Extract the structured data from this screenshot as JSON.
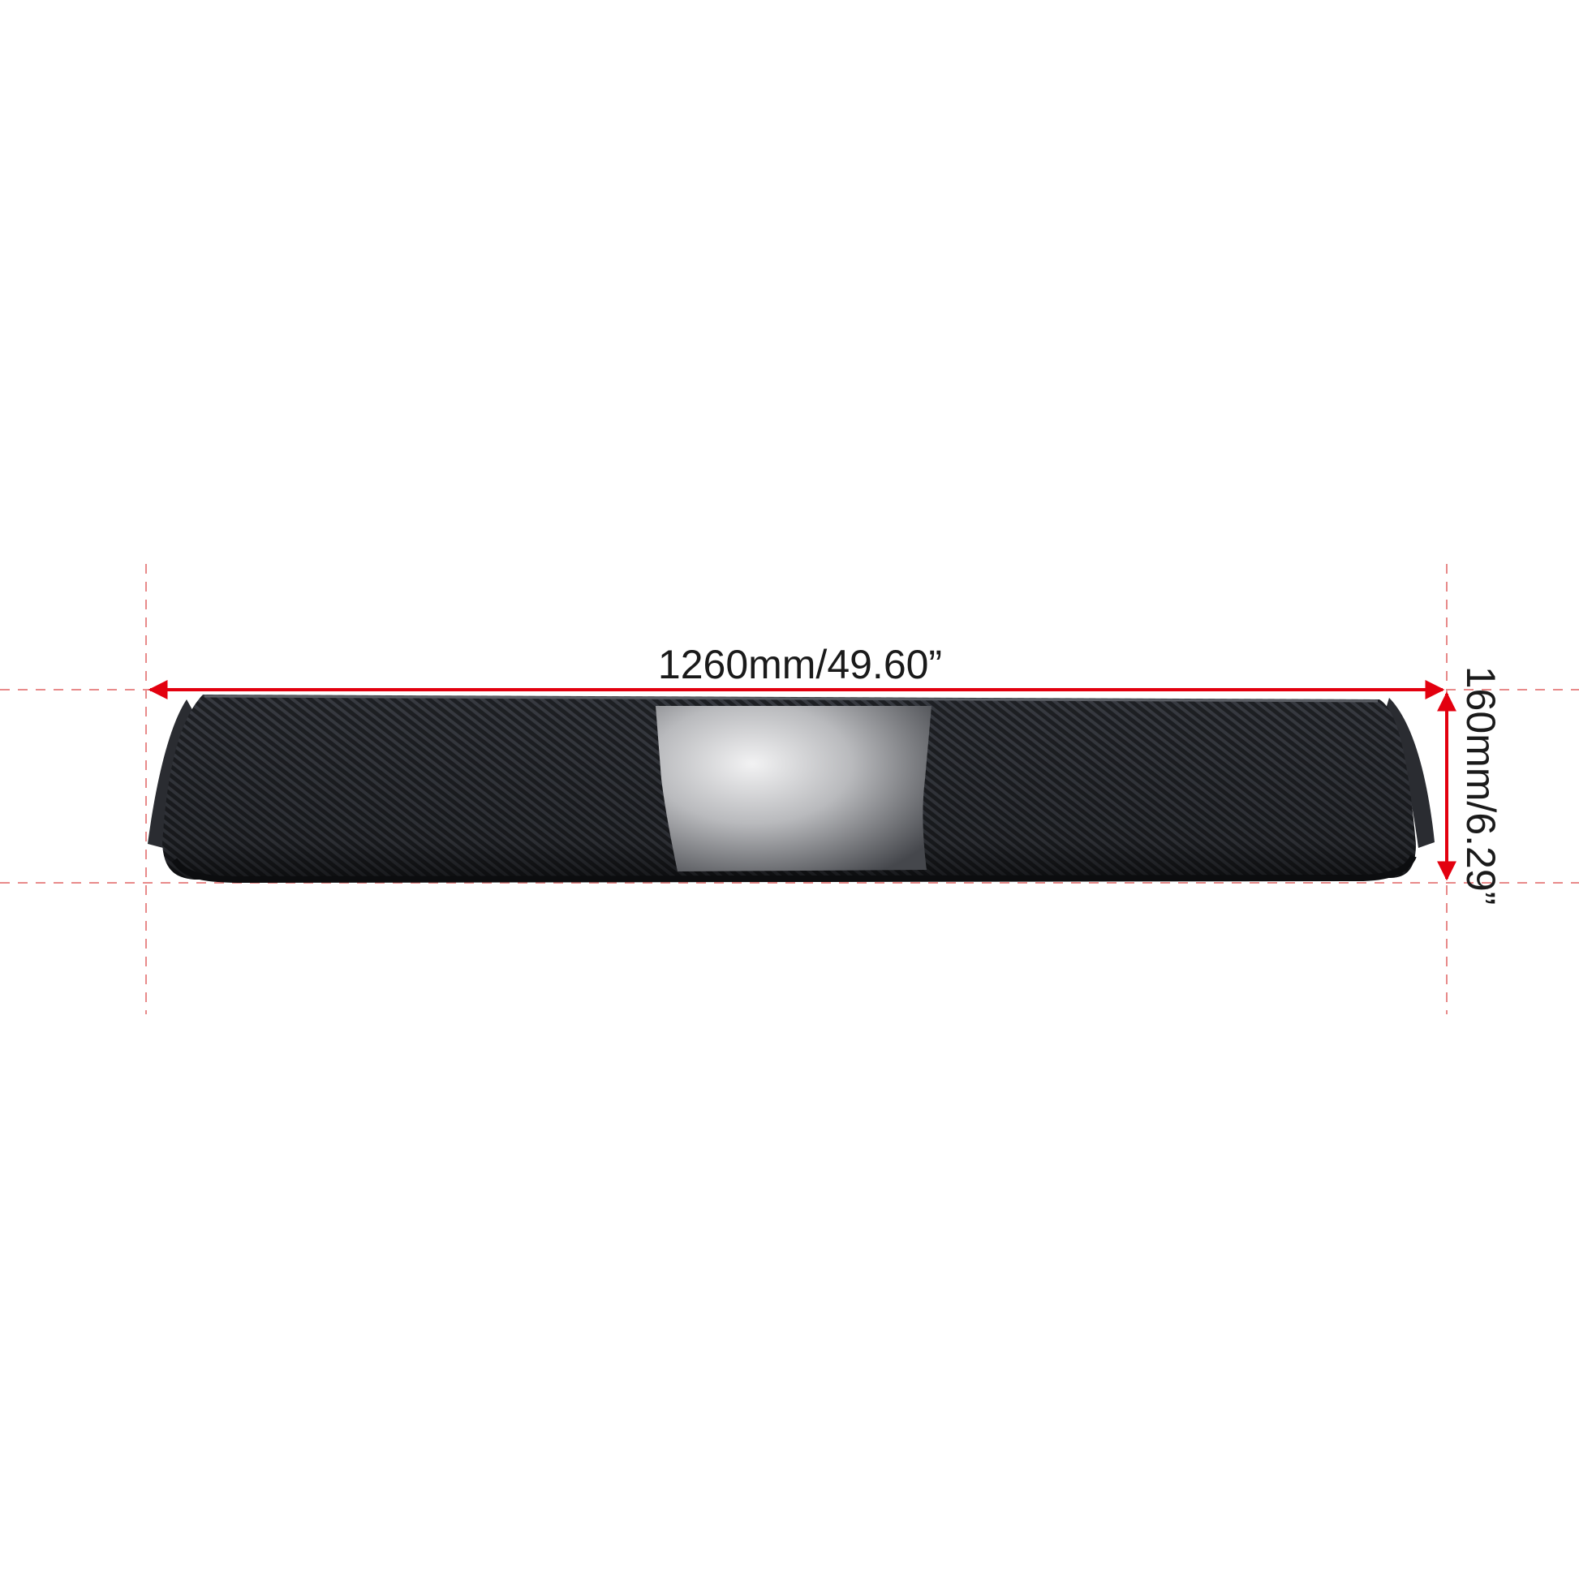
{
  "product": {
    "name": "carbon-fiber-roof-spoiler",
    "colors": {
      "carbon_dark": "#1c1e22",
      "carbon_light": "#3a3d44",
      "glossy_center": "#d9dadc"
    }
  },
  "dimensions": {
    "width_label": "1260mm/49.60”",
    "height_label": "160mm/6.29”"
  },
  "colors": {
    "dimension_line": "#e3000f",
    "guide_line": "#e88a8a",
    "text": "#1a1a1a",
    "background": "#ffffff"
  }
}
